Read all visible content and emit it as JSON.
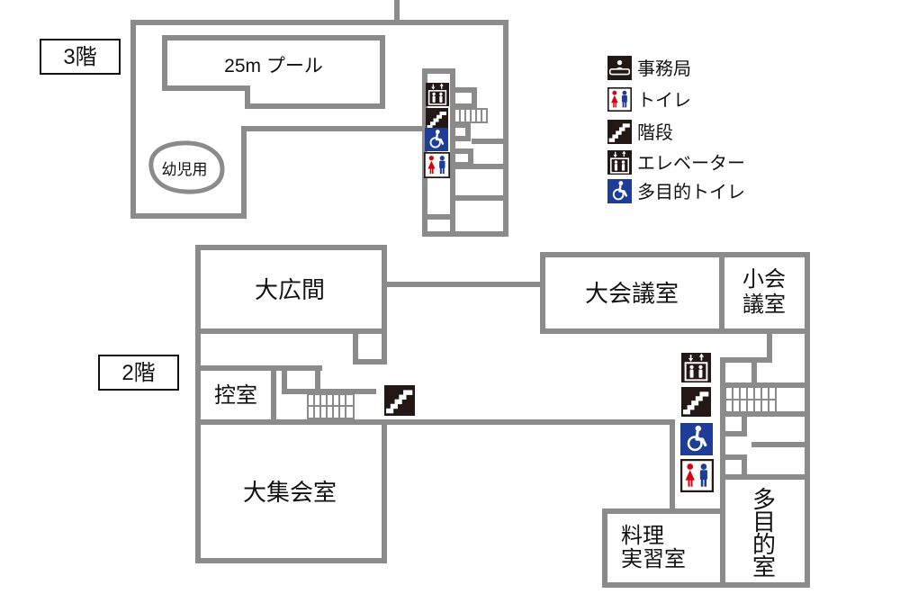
{
  "colors": {
    "wall": "#8b8b8b",
    "icon_black": "#231815",
    "accent_blue": "#1e3d96",
    "accent_red": "#d7000f",
    "text": "#111111"
  },
  "floor3": {
    "label": "3階",
    "rooms": {
      "pool": "25m プール",
      "toddler_pool": "幼児用"
    },
    "core_icons": [
      "elevator",
      "stairs",
      "accessible-toilet",
      "toilet"
    ]
  },
  "floor2": {
    "label": "2階",
    "rooms": {
      "large_hall": "大広間",
      "waiting_room": "控室",
      "large_assembly_room": "大集会室",
      "large_meeting_room": "大会議室",
      "small_meeting_room_lines": [
        "小会",
        "議室"
      ],
      "cooking_room_lines": [
        "料理",
        "実習室"
      ],
      "multipurpose_room_chars": [
        "多",
        "目",
        "的",
        "室"
      ]
    },
    "core_icons": [
      "elevator",
      "stairs",
      "accessible-toilet",
      "toilet"
    ],
    "extra_icons": [
      "stairs"
    ]
  },
  "legend": {
    "items": [
      {
        "icon": "office-icon",
        "label": "事務局"
      },
      {
        "icon": "toilet-icon",
        "label": "トイレ"
      },
      {
        "icon": "stairs-icon",
        "label": "階段"
      },
      {
        "icon": "elevator-icon",
        "label": "エレベーター"
      },
      {
        "icon": "accessible-toilet-icon",
        "label": "多目的トイレ"
      }
    ]
  }
}
